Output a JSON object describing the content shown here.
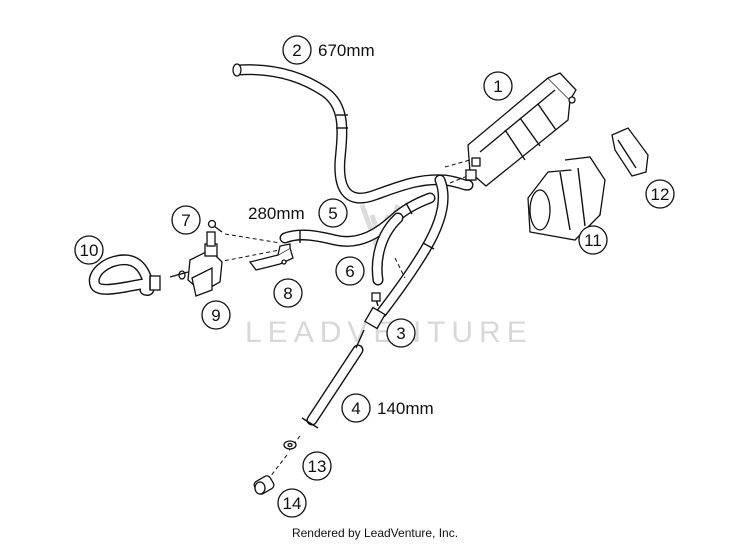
{
  "diagram": {
    "watermark": "LEADVENTURE",
    "footer": "Rendered by LeadVenture, Inc.",
    "callouts": [
      {
        "num": "1",
        "part": "evap-canister"
      },
      {
        "num": "2",
        "part": "long-hose",
        "length": "670mm"
      },
      {
        "num": "3",
        "part": "t-connector"
      },
      {
        "num": "4",
        "part": "short-hose",
        "length": "140mm"
      },
      {
        "num": "5",
        "part": "medium-hose",
        "length": "280mm"
      },
      {
        "num": "6",
        "part": "hose-clamp"
      },
      {
        "num": "7",
        "part": "screw"
      },
      {
        "num": "8",
        "part": "mounting-bracket"
      },
      {
        "num": "9",
        "part": "purge-valve"
      },
      {
        "num": "10",
        "part": "loop-hose"
      },
      {
        "num": "11",
        "part": "canister-holder"
      },
      {
        "num": "12",
        "part": "rubber-damper"
      },
      {
        "num": "13",
        "part": "hose-clip"
      },
      {
        "num": "14",
        "part": "end-cap"
      }
    ]
  }
}
